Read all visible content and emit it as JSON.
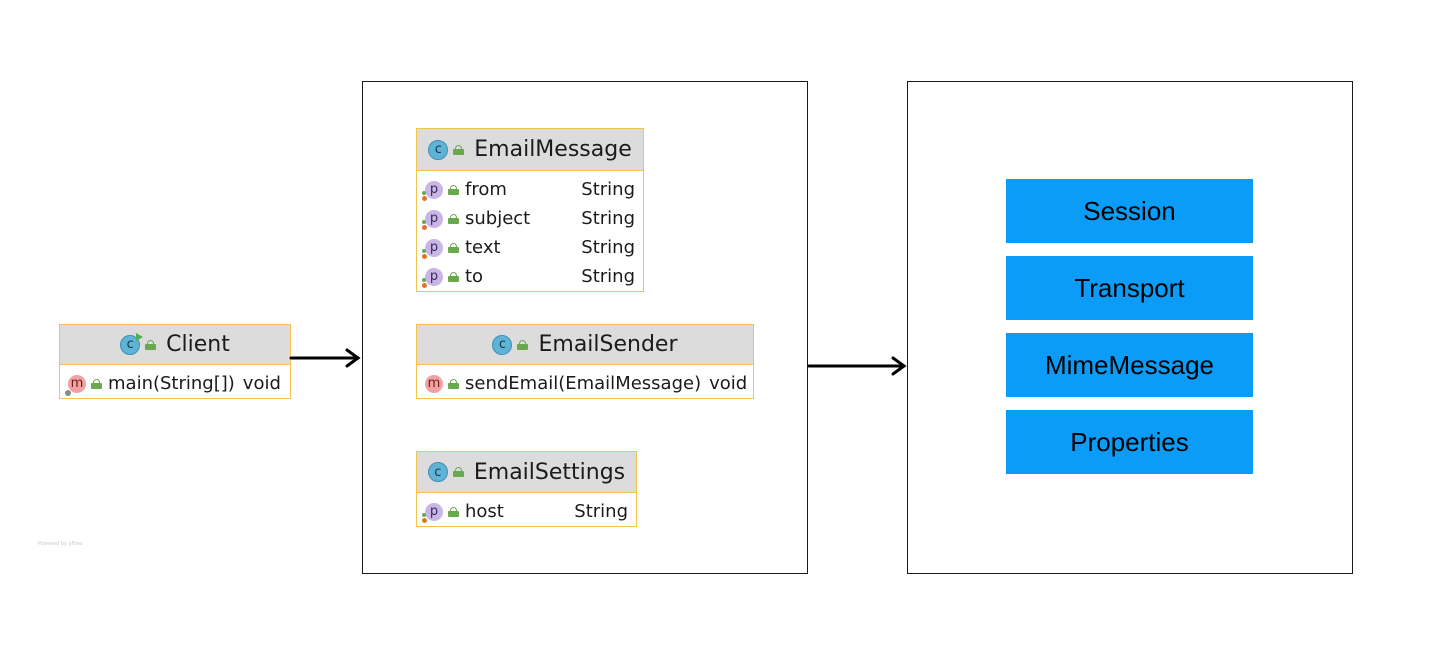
{
  "client": {
    "title": "Client",
    "methods": [
      {
        "badge": "m",
        "signature": "main(String[])",
        "return_type": "void"
      }
    ]
  },
  "email_message": {
    "title": "EmailMessage",
    "properties": [
      {
        "badge": "p",
        "name": "from",
        "type": "String"
      },
      {
        "badge": "p",
        "name": "subject",
        "type": "String"
      },
      {
        "badge": "p",
        "name": "text",
        "type": "String"
      },
      {
        "badge": "p",
        "name": "to",
        "type": "String"
      }
    ]
  },
  "email_sender": {
    "title": "EmailSender",
    "methods": [
      {
        "badge": "m",
        "signature": "sendEmail(EmailMessage)",
        "return_type": "void"
      }
    ]
  },
  "email_settings": {
    "title": "EmailSettings",
    "properties": [
      {
        "badge": "p",
        "name": "host",
        "type": "String"
      }
    ]
  },
  "class_badge": "c",
  "libraries": [
    {
      "label": "Session"
    },
    {
      "label": "Transport"
    },
    {
      "label": "MimeMessage"
    },
    {
      "label": "Properties"
    }
  ],
  "colors": {
    "library_fill": "#0a9cf6",
    "uml_border": "#f3c34d",
    "uml_header": "#dcdcdc"
  },
  "watermark": "Powered by yFiles"
}
